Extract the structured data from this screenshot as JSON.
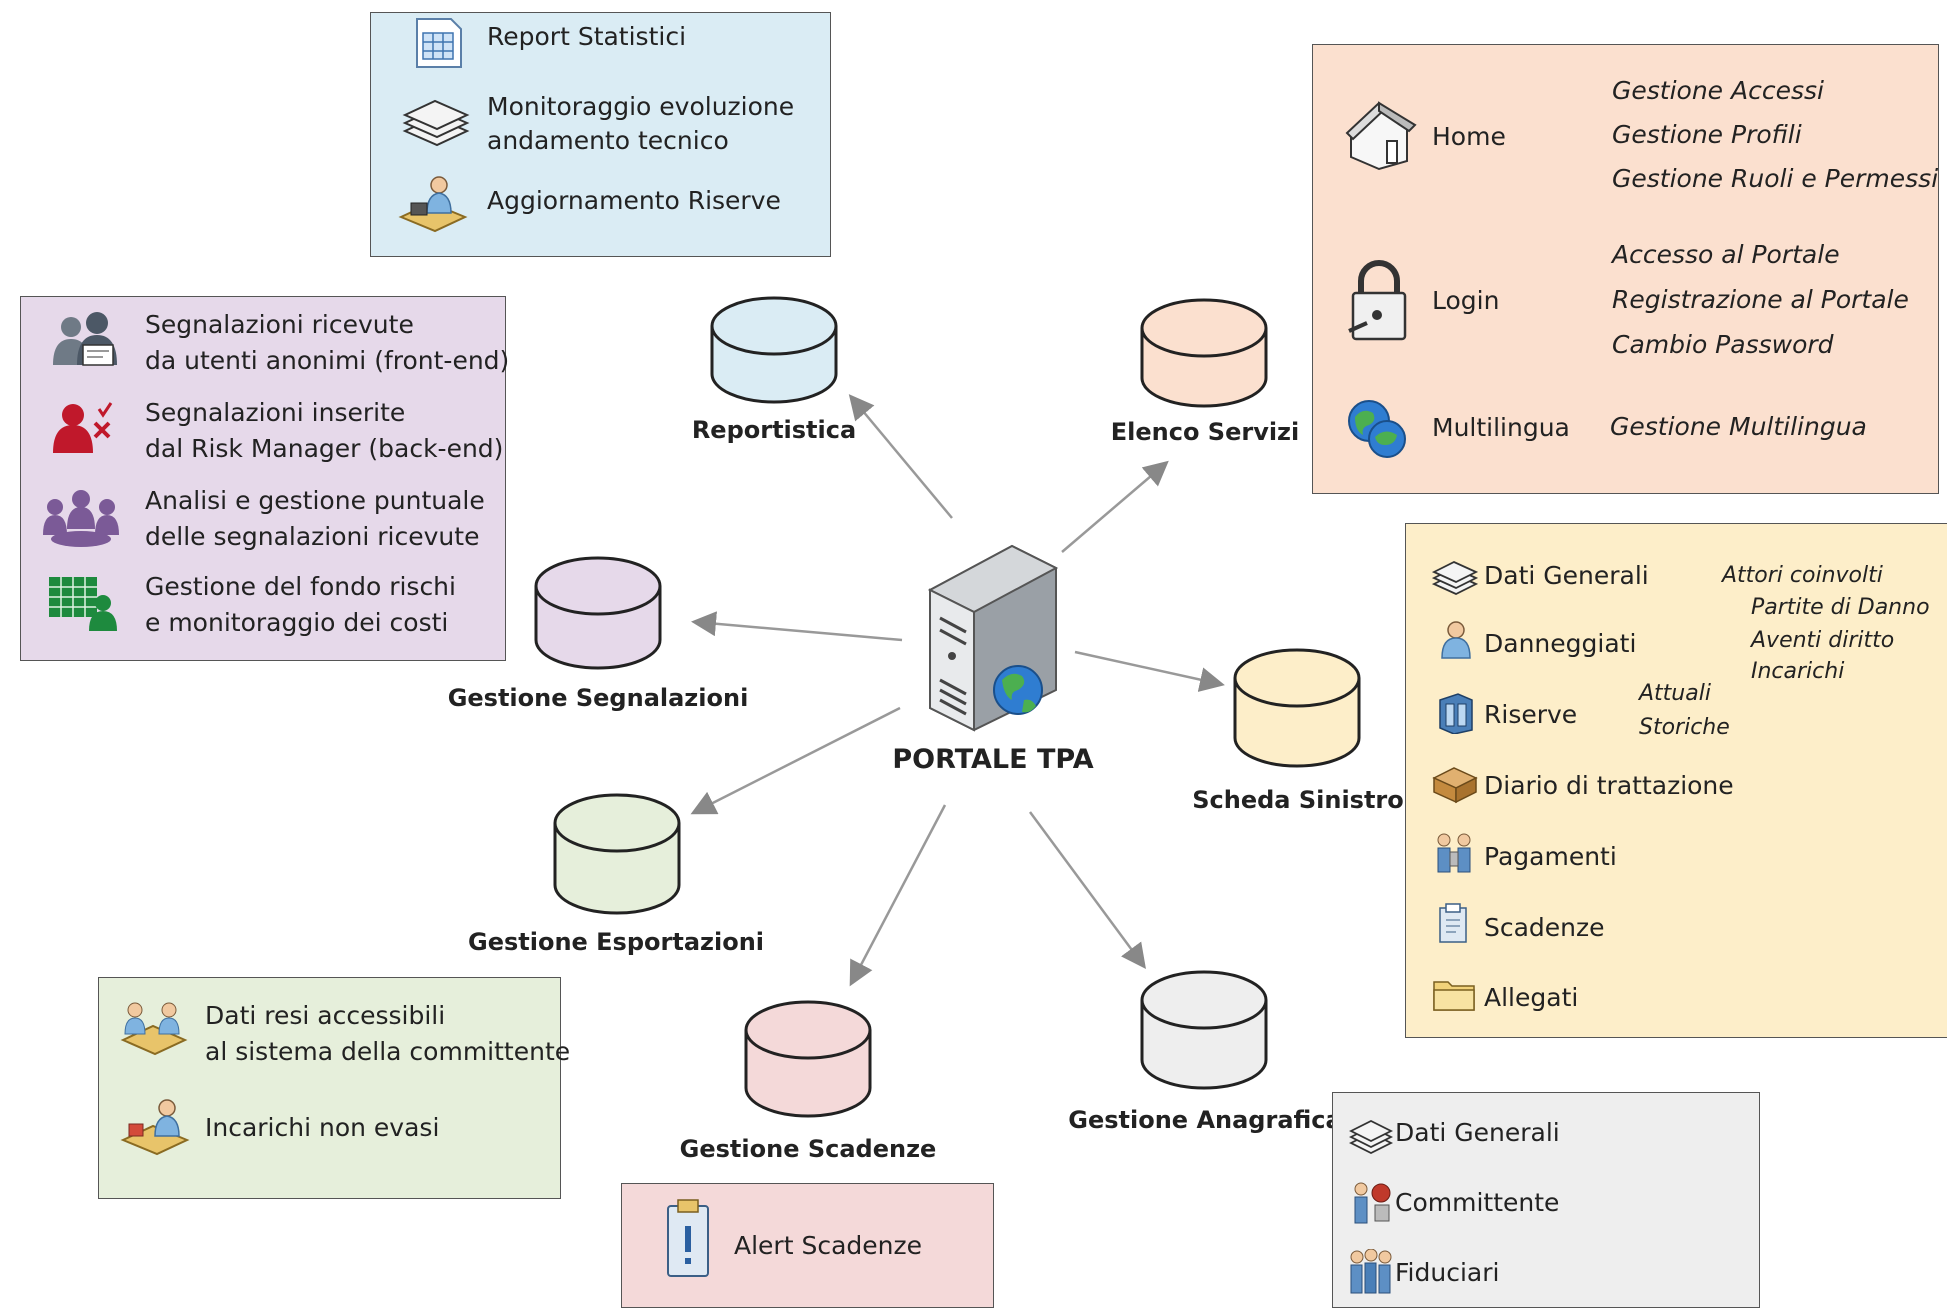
{
  "center": {
    "label": "PORTALE TPA"
  },
  "nodes": {
    "reportistica": "Reportistica",
    "elenco_servizi": "Elenco Servizi",
    "gestione_segnalazioni": "Gestione Segnalazioni",
    "scheda_sinistro": "Scheda Sinistro",
    "gestione_esportazioni": "Gestione Esportazioni",
    "gestione_scadenze": "Gestione Scadenze",
    "gestione_anagrafica": "Gestione Anagrafica"
  },
  "reportistica_box": {
    "item1": "Report Statistici",
    "item2_line1": "Monitoraggio evoluzione",
    "item2_line2": "andamento tecnico",
    "item3": "Aggiornamento Riserve"
  },
  "segnalazioni_box": {
    "item1_line1": "Segnalazioni ricevute",
    "item1_line2": "da utenti anonimi (front-end)",
    "item2_line1": "Segnalazioni inserite",
    "item2_line2": "dal Risk Manager (back-end)",
    "item3_line1": "Analisi e gestione puntuale",
    "item3_line2": "delle segnalazioni ricevute",
    "item4_line1": "Gestione del fondo rischi",
    "item4_line2": "e monitoraggio dei costi"
  },
  "servizi_box": {
    "home": "Home",
    "home_children": [
      "Gestione Accessi",
      "Gestione Profili",
      "Gestione Ruoli e Permessi"
    ],
    "login": "Login",
    "login_children": [
      "Accesso al Portale",
      "Registrazione al Portale",
      "Cambio Password"
    ],
    "multilingua": "Multilingua",
    "multilingua_child": "Gestione Multilingua"
  },
  "sinistro_box": {
    "dati_generali": "Dati Generali",
    "dati_generali_child": "Attori coinvolti",
    "danneggiati": "Danneggiati",
    "danneggiati_children": [
      "Partite di Danno",
      "Aventi diritto",
      "Incarichi"
    ],
    "riserve": "Riserve",
    "riserve_children": [
      "Attuali",
      "Storiche"
    ],
    "diario": "Diario di trattazione",
    "pagamenti": "Pagamenti",
    "scadenze": "Scadenze",
    "allegati": "Allegati"
  },
  "esportazioni_box": {
    "item1_line1": "Dati resi accessibili",
    "item1_line2": "al sistema della committente",
    "item2": "Incarichi non evasi"
  },
  "scadenze_box": {
    "item1": "Alert Scadenze"
  },
  "anagrafica_box": {
    "item1": "Dati Generali",
    "item2": "Committente",
    "item3": "Fiduciari"
  },
  "colors": {
    "reportistica": "#daecf4",
    "servizi": "#fbe0cf",
    "segnalazioni": "#e6d9ea",
    "sinistro": "#fdeec9",
    "esportazioni": "#e6efdb",
    "scadenze": "#f4d9d9",
    "anagrafica": "#eeeeee"
  },
  "icons": {
    "reportistica": [
      "table-icon",
      "stack-icon",
      "person-desk-icon"
    ],
    "segnalazioni": [
      "users-icon",
      "user-reject-icon",
      "group-meeting-icon",
      "spreadsheet-user-icon"
    ],
    "servizi": [
      "house-icon",
      "padlock-icon",
      "globe-icon"
    ],
    "sinistro": [
      "stack-icon",
      "person-icon",
      "cabinet-icon",
      "box-icon",
      "people-icon",
      "clipboard-icon",
      "folder-icon"
    ],
    "esportazioni": [
      "meeting-icon",
      "person-desk-icon"
    ],
    "scadenze": [
      "alert-clipboard-icon"
    ],
    "anagrafica": [
      "stack-icon",
      "person-icon",
      "people-icon"
    ]
  }
}
